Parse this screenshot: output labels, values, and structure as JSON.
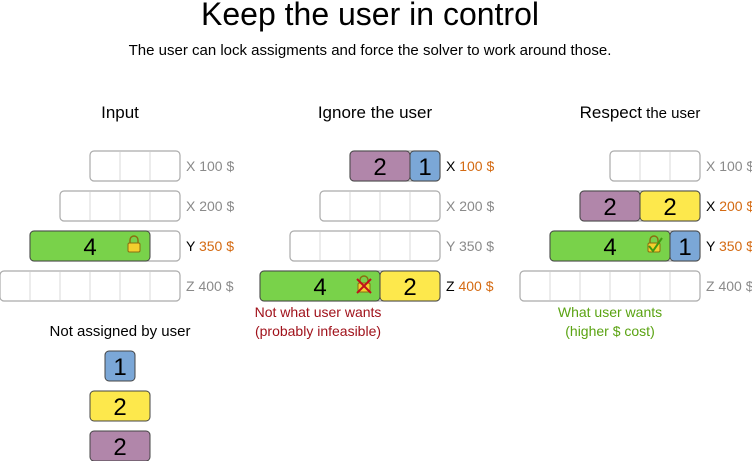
{
  "title": "Keep the user in control",
  "subtitle": "The user can lock assigments and force the solver to work around those.",
  "colors": {
    "green": "#79d24a",
    "yellow": "#fde84c",
    "purple": "#b186aa",
    "blue": "#7ba7d7",
    "price": "#d46a12",
    "bad": "#a0121b",
    "good": "#5aa312"
  },
  "columns": {
    "input": {
      "heading": "Input"
    },
    "ignore": {
      "heading": "Ignore the user",
      "note_line1": "Not what user wants",
      "note_line2": "(probably infeasible)"
    },
    "respect": {
      "heading_a": "Respect",
      "heading_b": " the user",
      "note_line1": "What user wants",
      "note_line2": "(higher $ cost)"
    }
  },
  "machines": {
    "x": {
      "letter": "X",
      "price": "100 $"
    },
    "y": {
      "letter": "Y",
      "price": "350 $"
    },
    "z": {
      "letter": "Z",
      "price": "400 $"
    },
    "w": {
      "letter": "X",
      "price": "200 $"
    }
  },
  "tasks": {
    "one": "1",
    "two": "2",
    "four": "4"
  },
  "unassigned_label": "Not assigned by user",
  "icons": {
    "lock": "lock-icon",
    "broken": "broken-lock-icon",
    "ok": "lock-check-icon"
  }
}
